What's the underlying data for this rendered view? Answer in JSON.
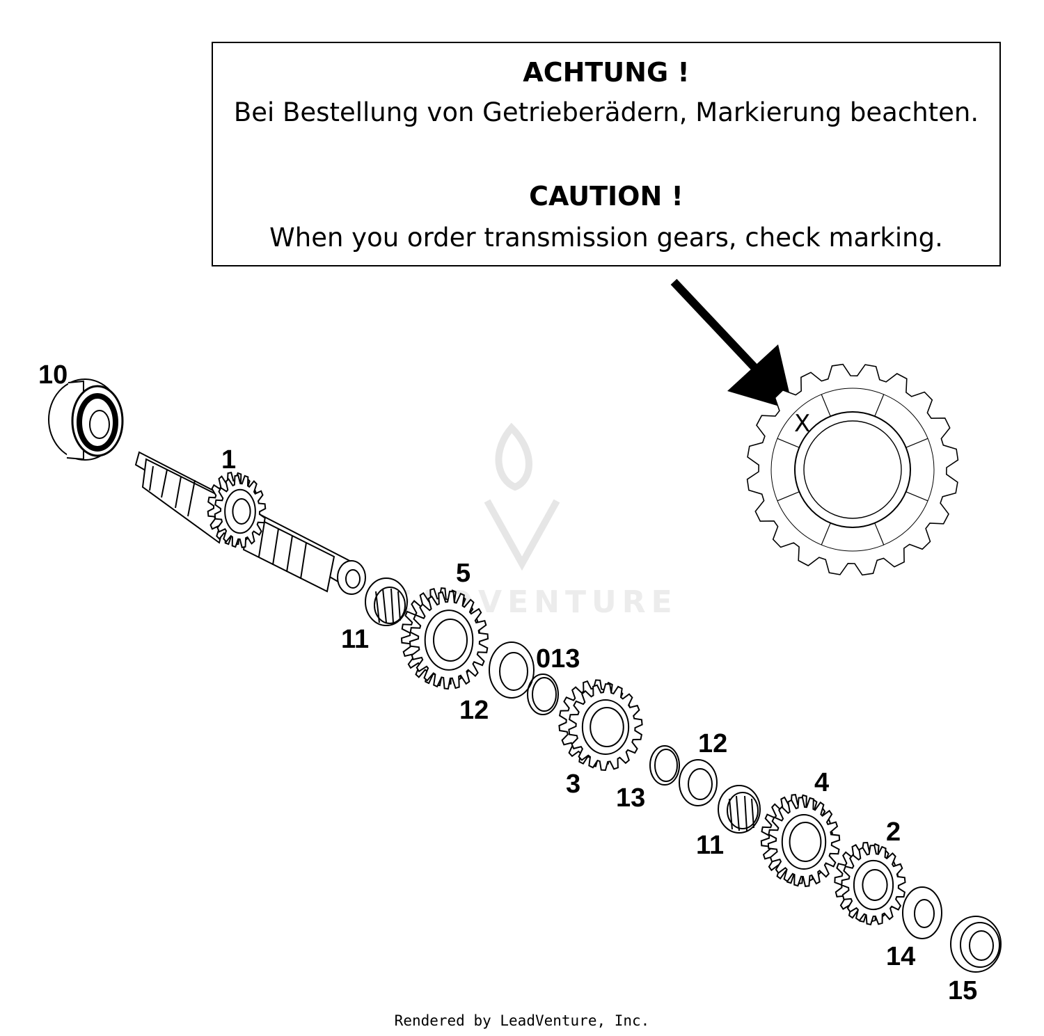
{
  "notice": {
    "heading_de": "ACHTUNG !",
    "text_de": "Bei Bestellung von Getrieberädern, Markierung beachten.",
    "heading_en": "CAUTION !",
    "text_en": "When you order transmission gears, check marking."
  },
  "detail": {
    "marking": "X"
  },
  "parts": [
    {
      "label": "10"
    },
    {
      "label": "1"
    },
    {
      "label": "5"
    },
    {
      "label": "11"
    },
    {
      "label": "013"
    },
    {
      "label": "12"
    },
    {
      "label": "3"
    },
    {
      "label": "13"
    },
    {
      "label": "12"
    },
    {
      "label": "11"
    },
    {
      "label": "4"
    },
    {
      "label": "2"
    },
    {
      "label": "14"
    },
    {
      "label": "15"
    }
  ],
  "watermark": "LEADVENTURE",
  "footer": "Rendered by LeadVenture, Inc."
}
